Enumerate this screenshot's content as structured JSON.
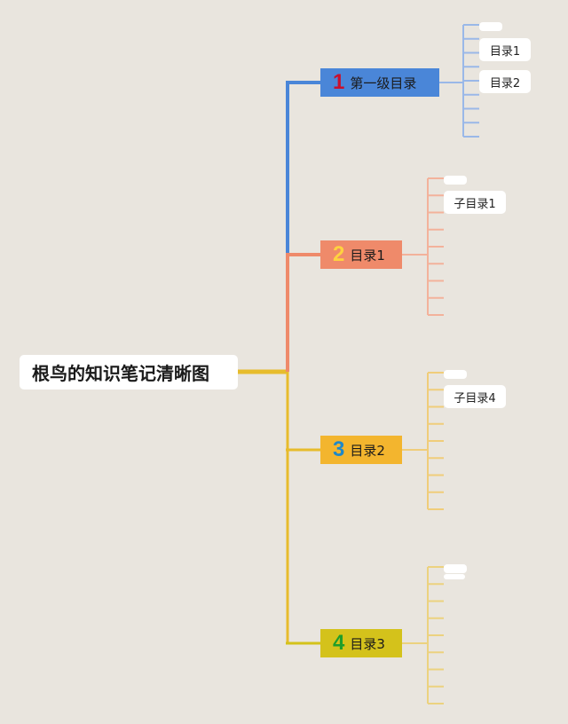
{
  "root": {
    "label": "根鸟的知识笔记清晰图"
  },
  "branches": [
    {
      "number": "1",
      "label": "第一级目录",
      "color": "#4a86d8",
      "number_color": "#c8102e",
      "children": [
        "目录1",
        "目录2"
      ]
    },
    {
      "number": "2",
      "label": "目录1",
      "color": "#ef8a6a",
      "number_color": "#ffd23f",
      "children": [
        "子目录1"
      ]
    },
    {
      "number": "3",
      "label": "目录2",
      "color": "#f3b52e",
      "number_color": "#1e88c9",
      "children": [
        "子目录4"
      ]
    },
    {
      "number": "4",
      "label": "目录3",
      "color": "#d4c21b",
      "number_color": "#1f9e2a",
      "children": []
    }
  ],
  "colors": {
    "background": "#e9e5de",
    "trunk_gold": "#e7bc2c",
    "leaf_line_1": "#9ab8e8",
    "leaf_line_2": "#f3b29b",
    "leaf_line_3": "#f0cd7a",
    "leaf_line_4": "#ecd27f"
  }
}
